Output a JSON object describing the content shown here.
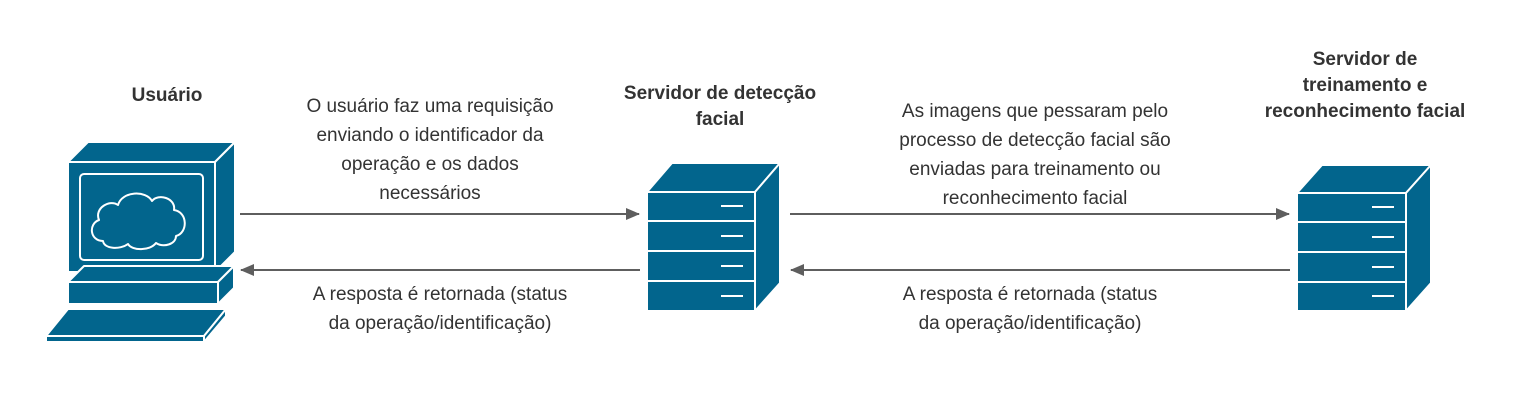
{
  "colors": {
    "device_fill": "#02658D",
    "device_stroke": "#FFFFFF",
    "edge": "#5E5E5E",
    "text": "#333333"
  },
  "nodes": {
    "user": {
      "label": "Usuário",
      "icon": "computer-icon"
    },
    "detection_server": {
      "label_lines": [
        "Servidor de detecção",
        "facial"
      ],
      "icon": "server-icon"
    },
    "training_server": {
      "label_lines": [
        "Servidor de",
        "treinamento e",
        "reconhecimento facial"
      ],
      "icon": "server-icon"
    }
  },
  "edges": {
    "request": {
      "from": "user",
      "to": "detection_server",
      "label_lines": [
        "O usuário faz uma requisição",
        "enviando o identificador da",
        "operação e os dados",
        "necessários"
      ]
    },
    "response_to_user": {
      "from": "detection_server",
      "to": "user",
      "label_lines": [
        "A resposta é retornada (status",
        "da operação/identificação)"
      ]
    },
    "images_sent": {
      "from": "detection_server",
      "to": "training_server",
      "label_lines": [
        "As imagens que pessaram pelo",
        "processo de detecção facial são",
        "enviadas para treinamento ou",
        "reconhecimento facial"
      ]
    },
    "response_to_detection": {
      "from": "training_server",
      "to": "detection_server",
      "label_lines": [
        "A resposta é retornada (status",
        "da operação/identificação)"
      ]
    }
  }
}
